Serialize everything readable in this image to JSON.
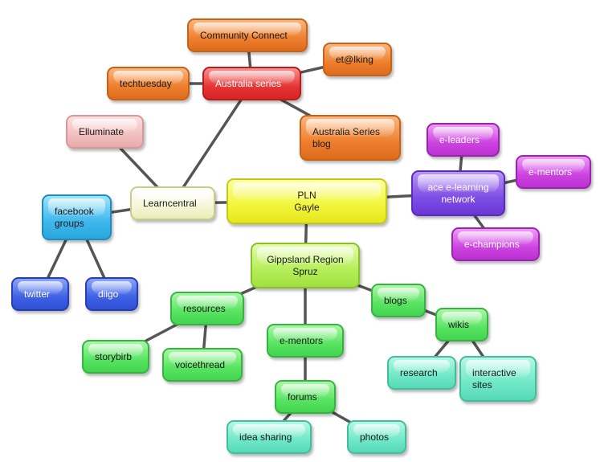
{
  "mind_map": {
    "root": {
      "id": "pln",
      "lines": [
        "PLN",
        "Gayle"
      ]
    },
    "nodes": [
      {
        "id": "pln",
        "lines": [
          "PLN",
          "Gayle"
        ],
        "color": "#f2f63a"
      },
      {
        "id": "community-connect",
        "lines": [
          "Community Connect"
        ],
        "color": "#ee7f2d"
      },
      {
        "id": "etalking",
        "lines": [
          "et@lking"
        ],
        "color": "#ee7f2d"
      },
      {
        "id": "techtuesday",
        "lines": [
          "techtuesday"
        ],
        "color": "#ee7f2d"
      },
      {
        "id": "australia-series",
        "lines": [
          "Australia series"
        ],
        "color": "#e63535"
      },
      {
        "id": "australia-series-blog",
        "lines": [
          "Australia Series",
          "blog"
        ],
        "color": "#ee7f2d"
      },
      {
        "id": "elluminate",
        "lines": [
          "Elluminate"
        ],
        "color": "#f2c0c0"
      },
      {
        "id": "learncentral",
        "lines": [
          "Learncentral"
        ],
        "color": "#f5f6d6"
      },
      {
        "id": "facebook-groups",
        "lines": [
          "facebook",
          "groups"
        ],
        "color": "#3fb8ec"
      },
      {
        "id": "twitter",
        "lines": [
          "twitter"
        ],
        "color": "#3f61e4"
      },
      {
        "id": "diigo",
        "lines": [
          "diigo"
        ],
        "color": "#3f61e4"
      },
      {
        "id": "e-leaders",
        "lines": [
          "e-leaders"
        ],
        "color": "#cc44e0"
      },
      {
        "id": "ace-e-learning-network",
        "lines": [
          "ace e-learning",
          "network"
        ],
        "color": "#7f4de6"
      },
      {
        "id": "e-mentors-purple",
        "lines": [
          "e-mentors"
        ],
        "color": "#cc44e0"
      },
      {
        "id": "e-champions",
        "lines": [
          "e-champions"
        ],
        "color": "#cc44e0"
      },
      {
        "id": "gippsland-region-spruz",
        "lines": [
          "Gippsland Region",
          "Spruz"
        ],
        "color": "#b4ee5a"
      },
      {
        "id": "resources",
        "lines": [
          "resources"
        ],
        "color": "#58e462"
      },
      {
        "id": "storybirb",
        "lines": [
          "storybirb"
        ],
        "color": "#58e462"
      },
      {
        "id": "voicethread",
        "lines": [
          "voicethread"
        ],
        "color": "#58e462"
      },
      {
        "id": "e-mentors-green",
        "lines": [
          "e-mentors"
        ],
        "color": "#58e462"
      },
      {
        "id": "forums",
        "lines": [
          "forums"
        ],
        "color": "#58e462"
      },
      {
        "id": "idea-sharing",
        "lines": [
          "idea sharing"
        ],
        "color": "#6fe8c8"
      },
      {
        "id": "photos",
        "lines": [
          "photos"
        ],
        "color": "#6fe8c8"
      },
      {
        "id": "blogs",
        "lines": [
          "blogs"
        ],
        "color": "#58e462"
      },
      {
        "id": "wikis",
        "lines": [
          "wikis"
        ],
        "color": "#58e462"
      },
      {
        "id": "research",
        "lines": [
          "research"
        ],
        "color": "#6fe8c8"
      },
      {
        "id": "interactive-sites",
        "lines": [
          "interactive",
          "sites"
        ],
        "color": "#6fe8c8"
      }
    ],
    "links": [
      [
        "australia-series",
        "community-connect"
      ],
      [
        "australia-series",
        "etalking"
      ],
      [
        "australia-series",
        "techtuesday"
      ],
      [
        "australia-series",
        "australia-series-blog"
      ],
      [
        "australia-series",
        "learncentral"
      ],
      [
        "elluminate",
        "learncentral"
      ],
      [
        "learncentral",
        "pln"
      ],
      [
        "learncentral",
        "facebook-groups"
      ],
      [
        "facebook-groups",
        "twitter"
      ],
      [
        "facebook-groups",
        "diigo"
      ],
      [
        "pln",
        "ace-e-learning-network"
      ],
      [
        "ace-e-learning-network",
        "e-leaders"
      ],
      [
        "ace-e-learning-network",
        "e-mentors-purple"
      ],
      [
        "ace-e-learning-network",
        "e-champions"
      ],
      [
        "pln",
        "gippsland-region-spruz"
      ],
      [
        "gippsland-region-spruz",
        "resources"
      ],
      [
        "resources",
        "storybirb"
      ],
      [
        "resources",
        "voicethread"
      ],
      [
        "gippsland-region-spruz",
        "e-mentors-green"
      ],
      [
        "e-mentors-green",
        "forums"
      ],
      [
        "forums",
        "idea-sharing"
      ],
      [
        "forums",
        "photos"
      ],
      [
        "gippsland-region-spruz",
        "blogs"
      ],
      [
        "blogs",
        "wikis"
      ],
      [
        "wikis",
        "research"
      ],
      [
        "wikis",
        "interactive-sites"
      ]
    ]
  }
}
